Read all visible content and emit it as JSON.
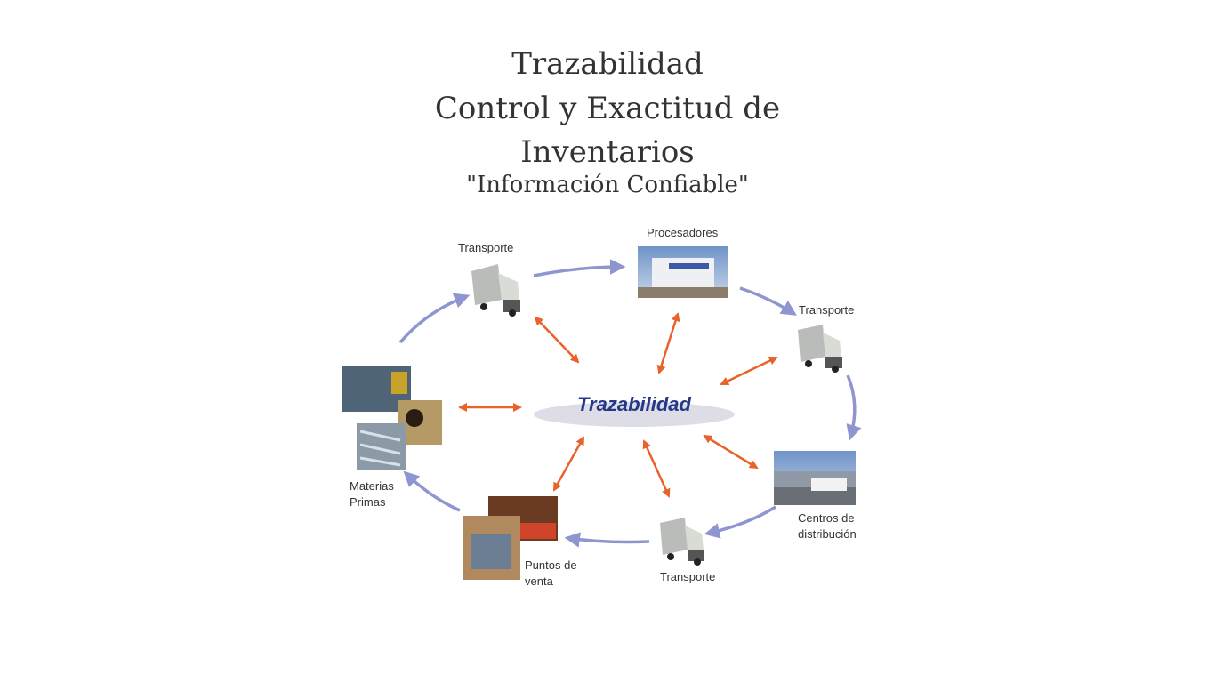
{
  "title": {
    "line1": "Trazabilidad",
    "line2": "Control y Exactitud de",
    "line3": "Inventarios",
    "subtitle": "\"Información Confiable\""
  },
  "diagram": {
    "center": "Trazabilidad",
    "nodes": {
      "transporte_1": "Transporte",
      "procesadores": "Procesadores",
      "transporte_2": "Transporte",
      "centros_1": "Centros de",
      "centros_2": "distribución",
      "transporte_3": "Transporte",
      "puntos_1": "Puntos de",
      "puntos_2": "venta",
      "materias_1": "Materias",
      "materias_2": "Primas"
    },
    "colors": {
      "flow_arrow": "#8f95cf",
      "trace_arrow": "#e8622a",
      "center_text": "#26388a",
      "center_ellipse": "#dcdde6"
    }
  }
}
